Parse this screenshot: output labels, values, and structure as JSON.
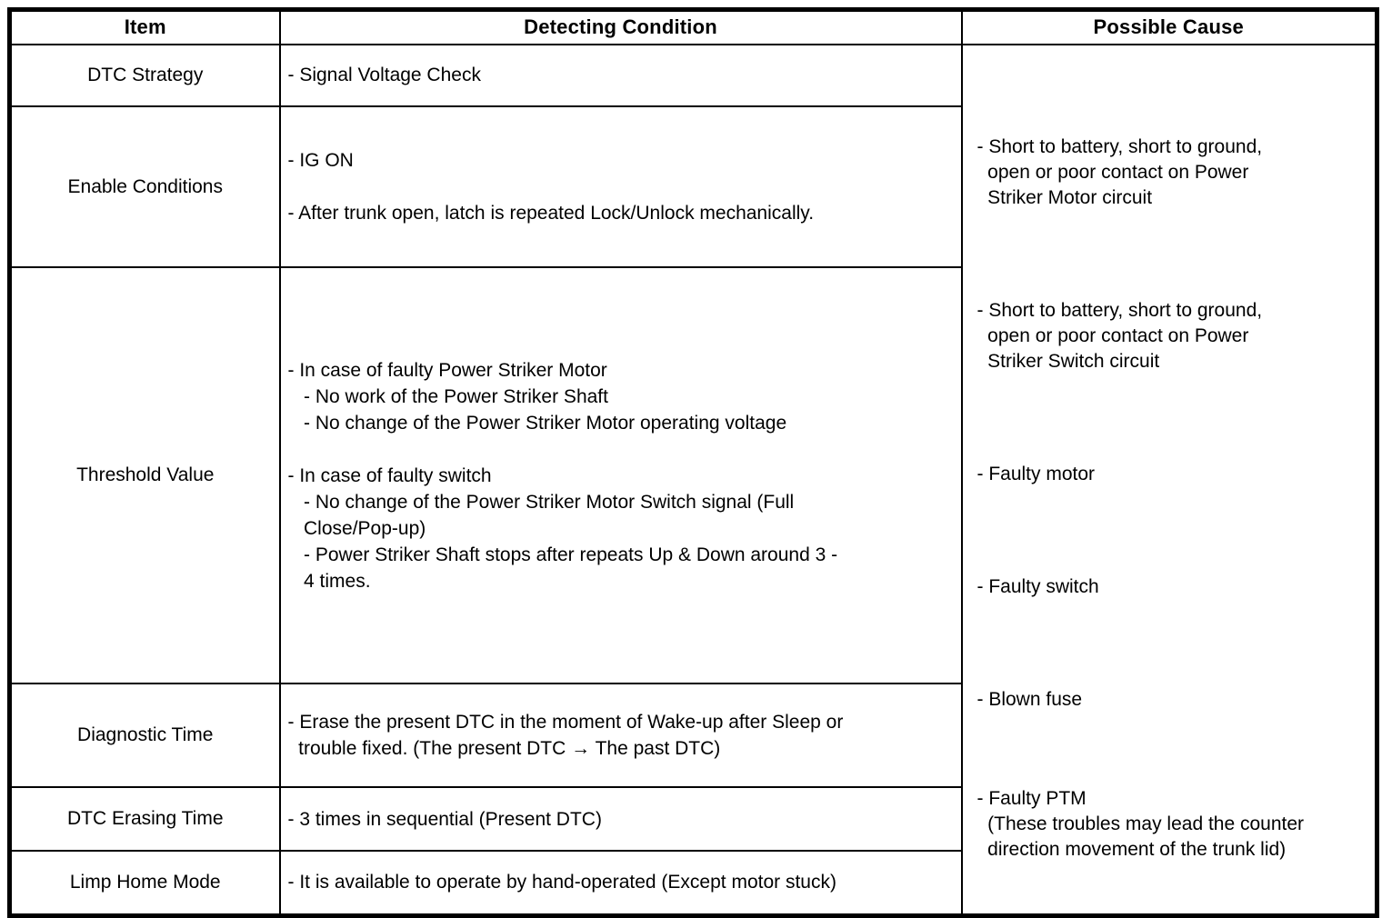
{
  "colors": {
    "background": "#ffffff",
    "border": "#000000",
    "text": "#000000"
  },
  "table": {
    "headers": {
      "item": "Item",
      "detecting_condition": "Detecting Condition",
      "possible_cause": "Possible Cause"
    },
    "rows": [
      {
        "item": "DTC Strategy",
        "condition": "- Signal Voltage Check"
      },
      {
        "item": "Enable Conditions",
        "condition": "- IG ON\n\n- After trunk open, latch is repeated Lock/Unlock mechanically."
      },
      {
        "item": "Threshold Value",
        "condition": "- In case of faulty Power Striker Motor\n   - No work of the Power Striker Shaft\n   - No change of the Power Striker Motor operating voltage\n\n- In case of faulty switch\n   - No change of the Power Striker Motor Switch signal (Full\n   Close/Pop-up)\n   - Power Striker Shaft stops after repeats Up & Down around 3 -\n   4 times."
      },
      {
        "item": "Diagnostic Time",
        "condition": "- Erase the present DTC in the moment of Wake-up after Sleep or\n  trouble fixed. (The present DTC → The past DTC)"
      },
      {
        "item": "DTC Erasing Time",
        "condition": "- 3 times in sequential (Present DTC)"
      },
      {
        "item": "Limp Home Mode",
        "condition": "- It is available to operate by hand-operated (Except motor stuck)"
      }
    ],
    "possible_cause_paragraphs": [
      "- Short to battery, short to ground,\n  open or poor contact on Power\n  Striker Motor circuit",
      "- Short to battery, short to ground,\n  open or poor contact on Power\n  Striker Switch circuit",
      "- Faulty motor",
      "- Faulty switch",
      "- Blown fuse",
      "- Faulty PTM\n  (These troubles may lead the counter\n  direction movement of the trunk lid)"
    ]
  }
}
